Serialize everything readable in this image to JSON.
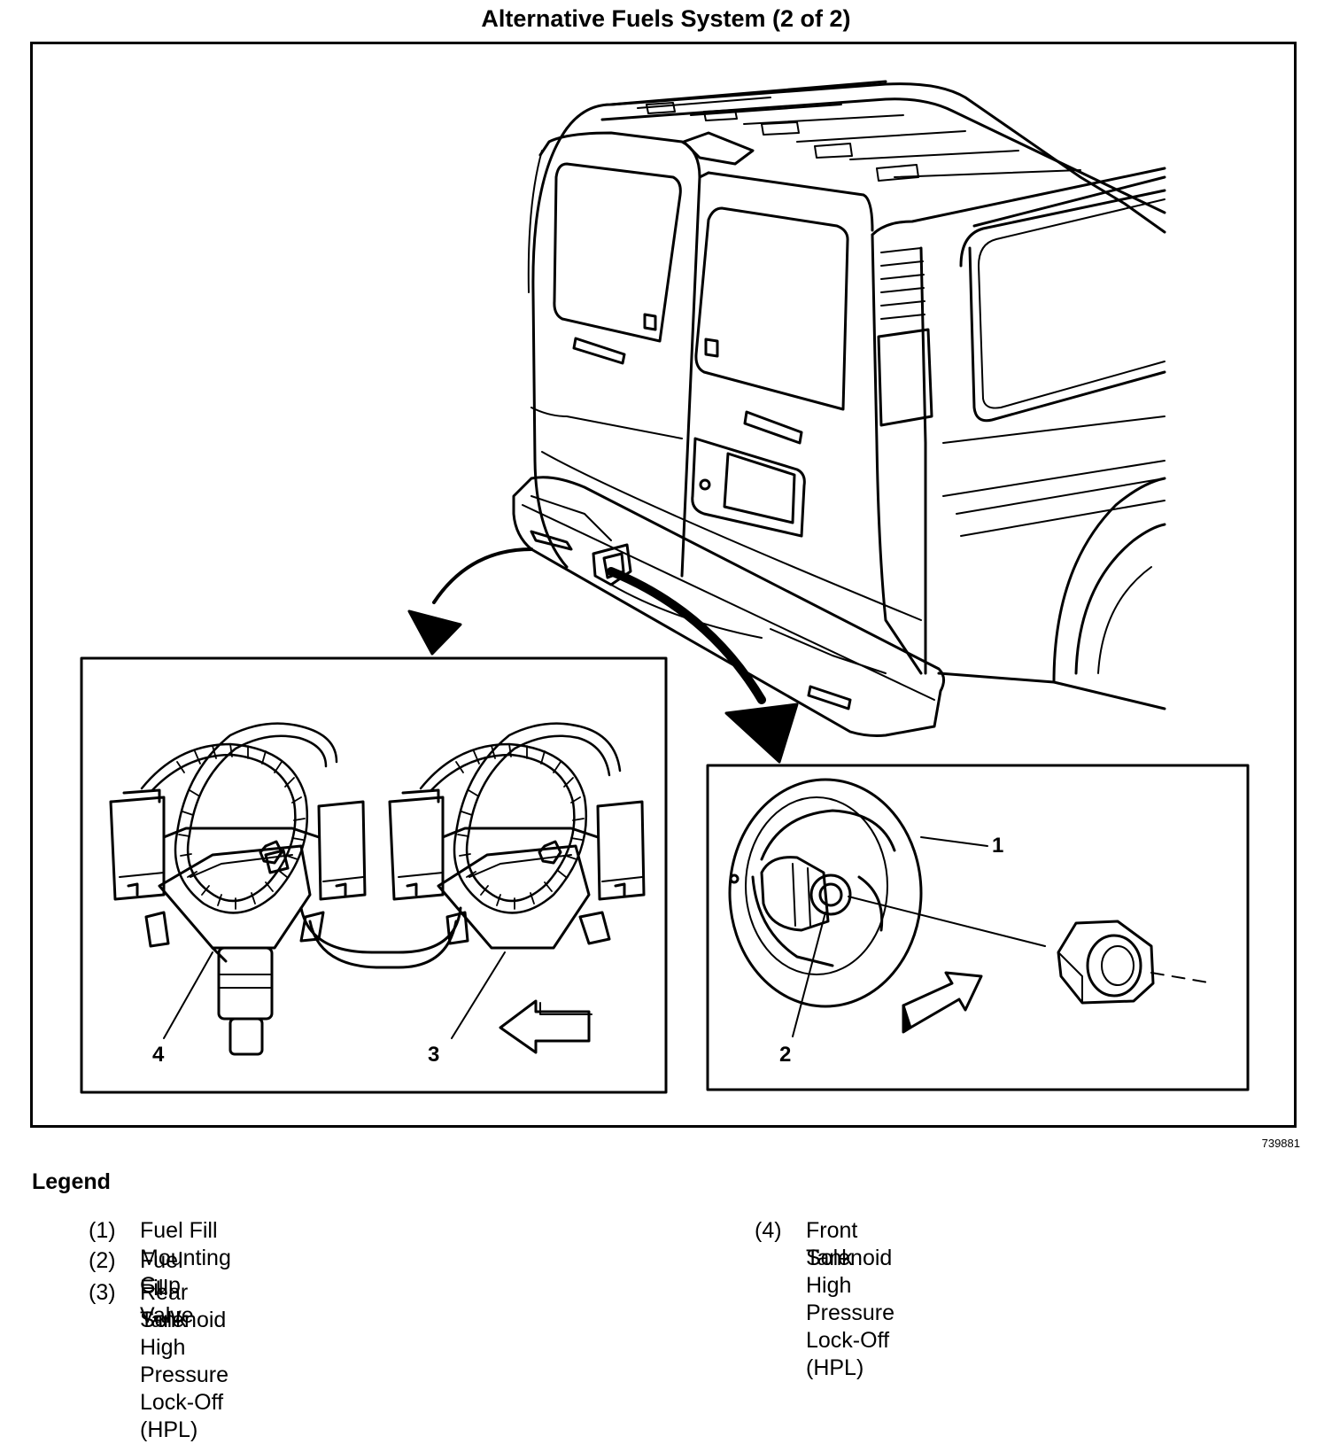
{
  "title": "Alternative Fuels System (2 of 2)",
  "figure_ref": "739881",
  "callouts": {
    "c1": "1",
    "c2": "2",
    "c3": "3",
    "c4": "4"
  },
  "legend": {
    "heading": "Legend",
    "items": [
      {
        "num": "(1)",
        "text": "Fuel Fill Mounting Cup"
      },
      {
        "num": "(2)",
        "text": "Fuel Fill Valve"
      },
      {
        "num": "(3)",
        "text": "Rear Tank High Pressure Lock-Off (HPL)",
        "text2": "Solenoid"
      },
      {
        "num": "(4)",
        "text": "Front Tank High Pressure Lock-Off (HPL)",
        "text2": "Solenoid"
      }
    ]
  }
}
